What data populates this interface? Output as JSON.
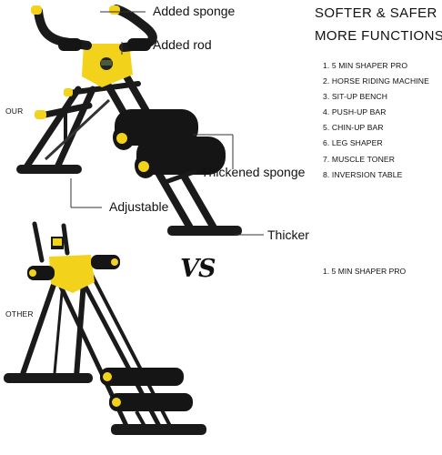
{
  "callouts": {
    "added_sponge": "Added sponge",
    "added_rod": "Added rod",
    "thickened_sponge": "Thickened sponge",
    "adjustable": "Adjustable",
    "thicker": "Thicker"
  },
  "labels": {
    "our": "OUR",
    "other": "OTHER",
    "vs": "VS"
  },
  "our_product": {
    "heading_line1": "SOFTER & SAFER",
    "heading_line2": "MORE FUNCTIONS",
    "features": [
      "1. 5 MIN SHAPER PRO",
      "2. HORSE RIDING MACHINE",
      "3. SIT-UP BENCH",
      "4. PUSH-UP BAR",
      "5. CHIN-UP BAR",
      "6. LEG SHAPER",
      "7. MUSCLE TONER",
      "8. INVERSION TABLE"
    ]
  },
  "other_product": {
    "features": [
      "1. 5 MIN SHAPER PRO"
    ]
  },
  "colors": {
    "frame": "#1a1a1a",
    "accent_yellow": "#f2d21b",
    "foam": "#151515"
  }
}
